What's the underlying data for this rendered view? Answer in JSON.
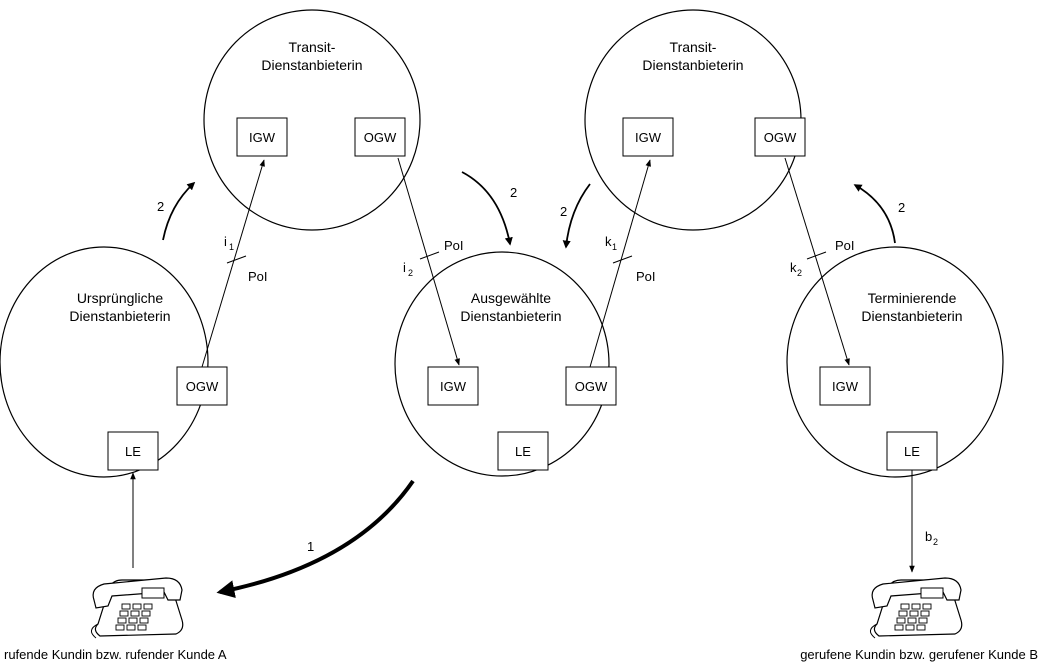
{
  "nodes": {
    "originating": {
      "line1": "Ursprüngliche",
      "line2": "Dienstanbieterin"
    },
    "transit_left": {
      "line1": "Transit-",
      "line2": "Dienstanbieterin"
    },
    "selected": {
      "line1": "Ausgewählte",
      "line2": "Dienstanbieterin"
    },
    "transit_right": {
      "line1": "Transit-",
      "line2": "Dienstanbieterin"
    },
    "terminating": {
      "line1": "Terminierende",
      "line2": "Dienstanbieterin"
    }
  },
  "boxes": {
    "igw": "IGW",
    "ogw": "OGW",
    "le": "LE"
  },
  "labels": {
    "poi": "PoI",
    "step1": "1",
    "step2": "2",
    "i": "i",
    "k": "k",
    "b": "b",
    "sub1": "1",
    "sub2": "2"
  },
  "captions": {
    "caller": "rufende Kundin bzw. rufender Kunde A",
    "callee": "gerufene Kundin bzw. gerufener Kunde B"
  }
}
